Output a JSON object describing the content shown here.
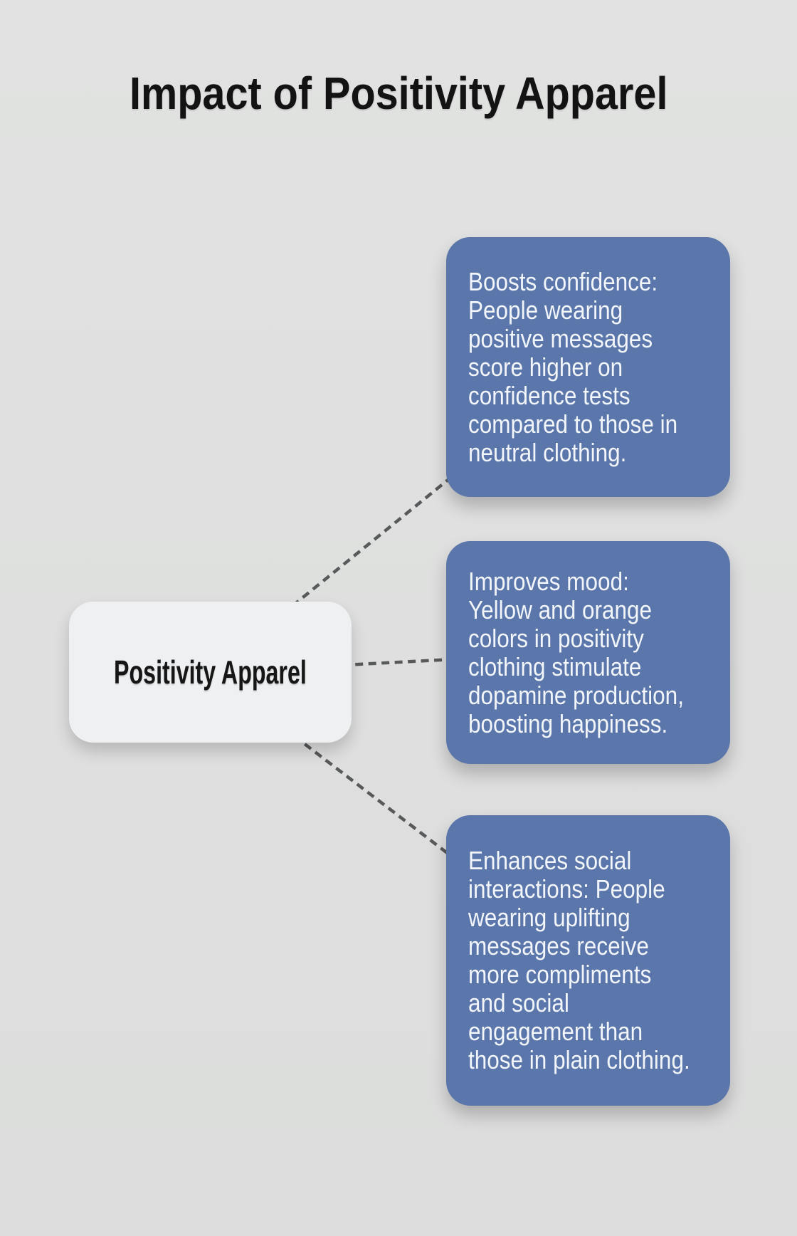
{
  "title": "Impact of Positivity Apparel",
  "center_node": {
    "label": "Positivity Apparel"
  },
  "branches": [
    {
      "id": "boosts-confidence",
      "text": "Boosts confidence:\nPeople wearing\npositive messages\nscore higher on\nconfidence tests\ncompared to those in\nneutral clothing."
    },
    {
      "id": "improves-mood",
      "text": "Improves mood:\nYellow and orange\ncolors in positivity\nclothing stimulate\ndopamine production,\nboosting happiness."
    },
    {
      "id": "enhances-social-interactions",
      "text": "Enhances social\ninteractions: People\nwearing uplifting\nmessages receive\nmore compliments\nand social\nengagement than\nthose in plain clothing."
    }
  ],
  "colors": {
    "background": "#dedfde",
    "branch_fill": "#5a76aa",
    "branch_text": "#f2f5f9",
    "node_fill": "#eef0f2",
    "node_text": "#161616",
    "title_text": "#131313",
    "connector": "#58595b"
  }
}
